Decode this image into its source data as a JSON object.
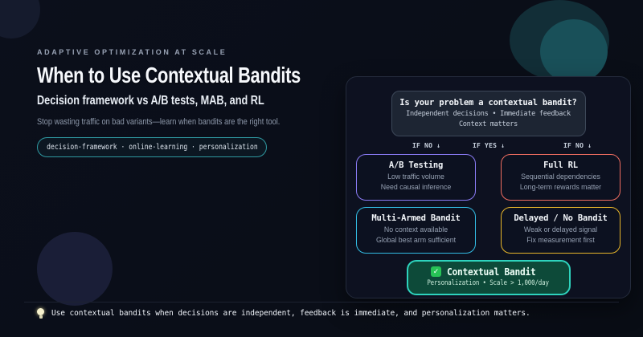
{
  "hero": {
    "eyebrow": "ADAPTIVE OPTIMIZATION AT SCALE",
    "title": "When to Use Contextual Bandits",
    "subtitle": "Decision framework vs A/B tests, MAB, and RL",
    "description": "Stop wasting traffic on bad variants—learn when bandits are the right tool.",
    "tags": "decision-framework · online-learning · personalization"
  },
  "flowchart": {
    "question": {
      "title": "Is your problem a contextual bandit?",
      "line1": "Independent decisions • Immediate feedback",
      "line2": "Context matters"
    },
    "branches": [
      {
        "label": "IF NO ↓"
      },
      {
        "label": "IF YES ↓"
      },
      {
        "label": "IF NO ↓"
      }
    ],
    "boxes": [
      {
        "title": "A/B Testing",
        "line1": "Low traffic volume",
        "line2": "Need causal inference",
        "border_color": "#8b7cf6"
      },
      {
        "title": "Full RL",
        "line1": "Sequential dependencies",
        "line2": "Long-term rewards matter",
        "border_color": "#ef6d60"
      },
      {
        "title": "Multi-Armed Bandit",
        "line1": "No context available",
        "line2": "Global best arm sufficient",
        "border_color": "#33bde4"
      },
      {
        "title": "Delayed / No Bandit",
        "line1": "Weak or delayed signal",
        "line2": "Fix measurement first",
        "border_color": "#e8b62a"
      }
    ],
    "result": {
      "icon": "check",
      "check_glyph": "✓",
      "title": "Contextual Bandit",
      "subtitle": "Personalization • Scale > 1,000/day",
      "bg_color": "#0d4a39",
      "border_color": "#2ed3bd"
    }
  },
  "footer": {
    "icon": "lightbulb",
    "text": "Use contextual bandits when decisions are independent, feedback is immediate, and personalization matters."
  },
  "colors": {
    "background": "#0a0e18",
    "panel_bg": "#0d1120",
    "question_box_bg": "#1d2533",
    "accent_teal": "#2ed3bd",
    "check_green": "#27c356",
    "pill_border": "#2f99a1"
  }
}
